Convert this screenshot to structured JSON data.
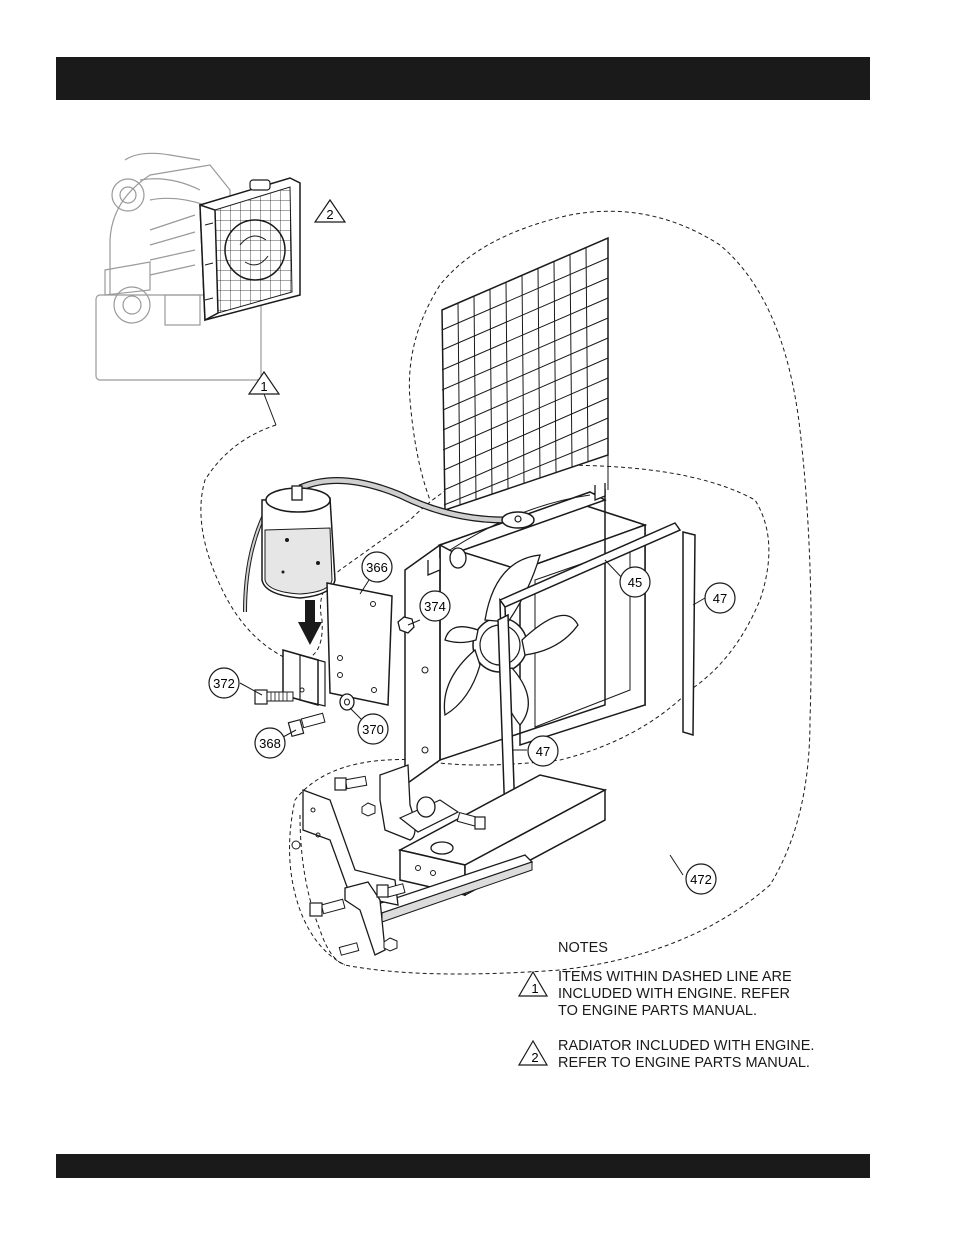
{
  "callouts": {
    "c366": "366",
    "c374": "374",
    "c45": "45",
    "c47a": "47",
    "c47b": "47",
    "c372": "372",
    "c368": "368",
    "c370": "370",
    "c472": "472"
  },
  "markers": {
    "m1": "1",
    "m2": "2"
  },
  "notes": {
    "title": "NOTES",
    "items": [
      {
        "marker": "1",
        "lines": [
          "ITEMS WITHIN DASHED LINE ARE",
          "INCLUDED WITH ENGINE. REFER",
          "TO ENGINE PARTS MANUAL."
        ]
      },
      {
        "marker": "2",
        "lines": [
          "RADIATOR INCLUDED WITH ENGINE.",
          "REFER TO ENGINE PARTS MANUAL."
        ]
      }
    ]
  },
  "colors": {
    "bar": "#1a1a1a",
    "line": "#1a1a1a",
    "engine_ghost": "#9a9a9a"
  }
}
